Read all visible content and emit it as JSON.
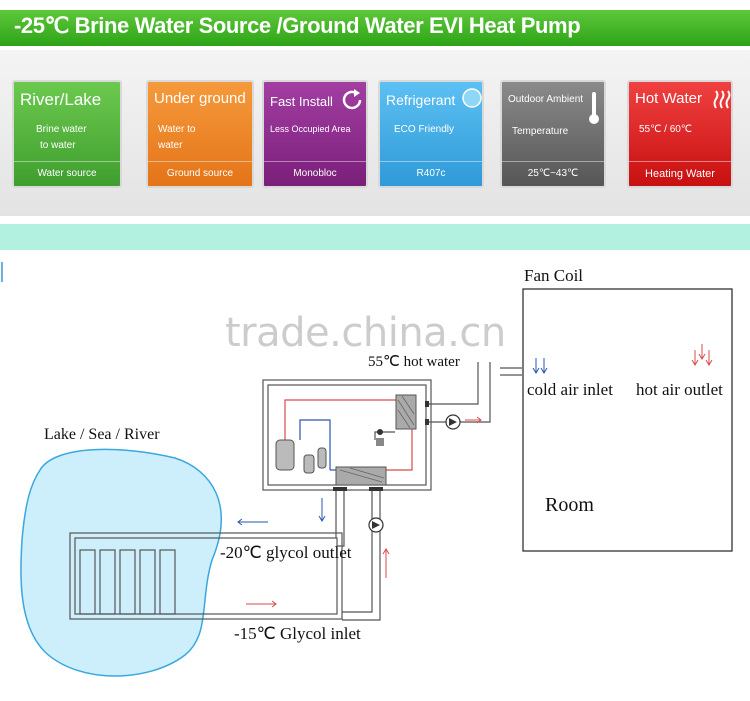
{
  "banner": {
    "title": "-25℃ Brine Water Source /Ground Water  EVI  Heat Pump"
  },
  "features": [
    {
      "title": "River/Lake",
      "desc1": "Brine water",
      "desc2": "to water",
      "footer": "Water source",
      "color": "#4aad3c"
    },
    {
      "title": "Under ground",
      "desc1": "Water to",
      "desc2": "water",
      "footer": "Ground source",
      "color": "#ef8424"
    },
    {
      "title": "Fast Install",
      "desc1": "Less Occupied Area",
      "desc2": "",
      "footer": "Monobloc",
      "color": "#8e2a8e"
    },
    {
      "title": "Refrigerant",
      "desc1": "ECO Friendly",
      "desc2": "",
      "footer": "R407c",
      "color": "#3ea9e8"
    },
    {
      "title": "Outdoor Ambient",
      "desc1": "Temperature",
      "desc2": "",
      "footer": "25℃~43℃",
      "color": "#6e6e6e"
    },
    {
      "title": "Hot Water",
      "desc1": "55℃ / 60℃",
      "desc2": "",
      "footer": "Heating Water",
      "color": "#e02020"
    }
  ],
  "diagram": {
    "fan_coil_label": "Fan Coil",
    "hot_water_label": "55℃ hot water",
    "cold_air_label": "cold air inlet",
    "hot_air_label": "hot air outlet",
    "room_label": "Room",
    "lake_label": "Lake / Sea / River",
    "glycol_outlet_label": "-20℃ glycol outlet",
    "glycol_inlet_label": "-15℃ Glycol inlet"
  },
  "watermark": "trade.china.cn",
  "icons": {
    "fast_install": "refresh-icon",
    "refrigerant": "eco-badge-icon",
    "outdoor": "thermometer-icon",
    "hot_water": "steam-icon"
  }
}
